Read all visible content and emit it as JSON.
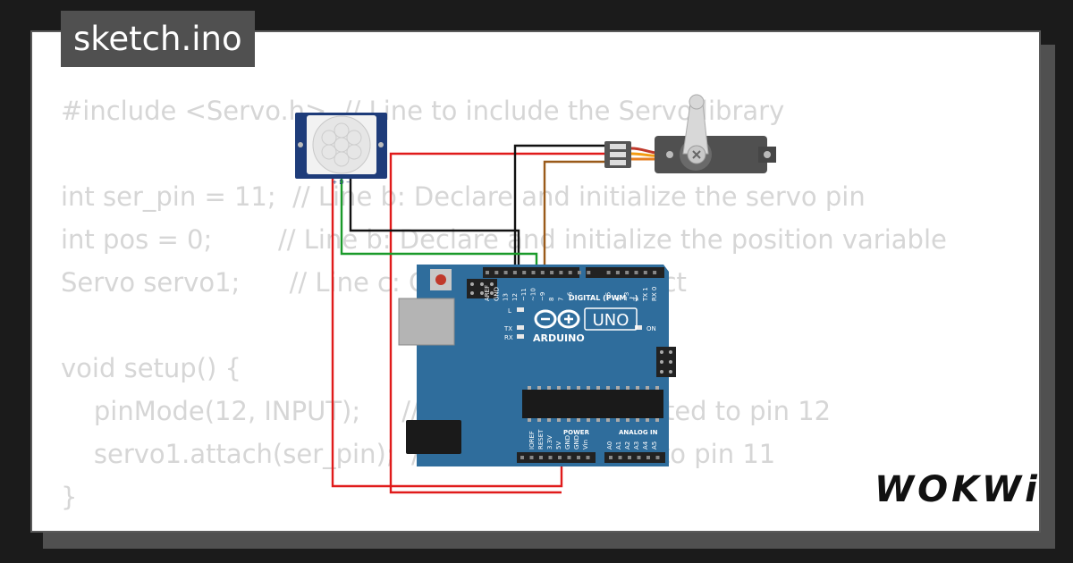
{
  "title": "sketch.ino",
  "code_lines": [
    "#include <Servo.h>  // Line to include the Servo library",
    "",
    "int ser_pin = 11;  // Line b: Declare and initialize the servo pin",
    "int pos = 0;        // Line b: Declare and initialize the position variable",
    "Servo servo1;      // Line c: Create a servo object",
    "",
    "void setup() {",
    "    pinMode(12, INPUT);     // PIR sensor connected to pin 12",
    "    servo1.attach(ser_pin);  // Attach the servo to pin 11",
    "}"
  ],
  "board": {
    "name": "UNO",
    "brand": "ARDUINO",
    "digital_label": "DIGITAL (PWM ~)",
    "power_label": "POWER",
    "analog_label": "ANALOG IN",
    "led_l": "L",
    "led_tx": "TX",
    "led_rx": "RX",
    "led_on": "ON",
    "top_pins": [
      "AREF",
      "GND",
      "13",
      "12",
      "~11",
      "~10",
      "~9",
      "8",
      "7",
      "~6",
      "~5",
      "4",
      "~3",
      "2",
      "TX 1",
      "RX 0"
    ],
    "power_pins": [
      "IOREF",
      "RESET",
      "3.3V",
      "5V",
      "GND",
      "GND",
      "Vin"
    ],
    "analog_pins": [
      "A0",
      "A1",
      "A2",
      "A3",
      "A4",
      "A5"
    ]
  },
  "pir": {
    "pins": "+ D −"
  },
  "brand_logo": "WOKWi",
  "colors": {
    "background": "#1b1b1b",
    "code_text": "#d6d6d6",
    "board_blue": "#2f6d9c",
    "wire_red": "#e01b1b",
    "wire_black": "#111111",
    "wire_green": "#1a9a2a",
    "wire_brown": "#9a5a1a"
  }
}
